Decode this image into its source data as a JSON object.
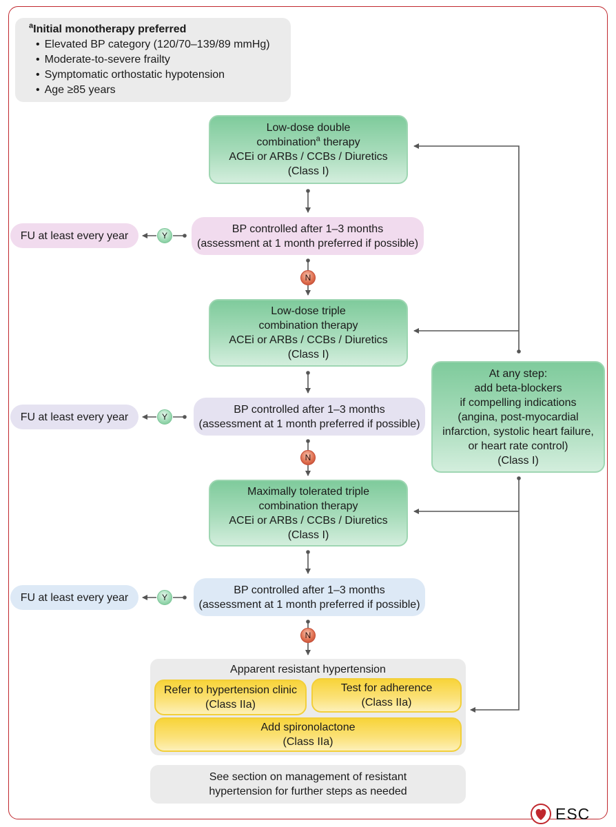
{
  "note": {
    "heading_marker": "a",
    "heading": "Initial monotherapy preferred",
    "items": [
      "Elevated BP category (120/70–139/89 mmHg)",
      "Moderate-to-severe frailty",
      "Symptomatic orthostatic hypotension",
      "Age ≥85 years"
    ]
  },
  "step1": {
    "line1": "Low-dose double",
    "line2a": "combination",
    "line2sup": "a",
    "line2b": " therapy",
    "line3": "ACEi or ARBs / CCBs / Diuretics",
    "line4": "(Class I)"
  },
  "step2": {
    "line1": "Low-dose triple",
    "line2": "combination therapy",
    "line3": "ACEi or ARBs / CCBs / Diuretics",
    "line4": "(Class I)"
  },
  "step3": {
    "line1": "Maximally tolerated triple",
    "line2": "combination therapy",
    "line3": "ACEi or ARBs / CCBs / Diuretics",
    "line4": "(Class I)"
  },
  "check": {
    "line1": "BP controlled after 1–3 months",
    "line2": "(assessment at 1 month preferred if possible)"
  },
  "followup": "FU at least every year",
  "yes": "Y",
  "no": "N",
  "beta": {
    "lines": [
      "At any step:",
      "add beta-blockers",
      "if compelling indications",
      "(angina, post-myocardial",
      "infarction, systolic heart failure,",
      "or heart rate control)",
      "(Class I)"
    ]
  },
  "resistant": {
    "title": "Apparent resistant hypertension",
    "refer": {
      "line1": "Refer to hypertension clinic",
      "line2": "(Class IIa)"
    },
    "adherence": {
      "line1": "Test for adherence",
      "line2": "(Class IIa)"
    },
    "spiro": {
      "line1": "Add spironolactone",
      "line2": "(Class IIa)"
    }
  },
  "see_section": {
    "line1": "See section on management of resistant",
    "line2": "hypertension for further steps as needed"
  },
  "logo": "ESC",
  "colors": {
    "frame": "#c0272d",
    "green": "#7fcb9c",
    "yellow": "#f8d43a",
    "pink": "#f1dbee",
    "lavender": "#e5e2f1",
    "blue": "#dde9f6",
    "gray": "#ebebeb"
  }
}
